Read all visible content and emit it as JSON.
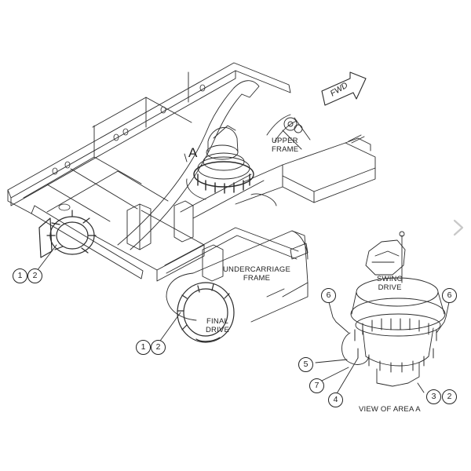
{
  "diagram": {
    "type": "exploded parts illustration",
    "labels": {
      "upper_frame_line1": "UPPER",
      "upper_frame_line2": "FRAME",
      "undercarriage_line1": "UNDERCARRIAGE",
      "undercarriage_line2": "FRAME",
      "final_drive_line1": "FINAL",
      "final_drive_line2": "DRIVE",
      "swing_drive_line1": "SWING",
      "swing_drive_line2": "DRIVE",
      "area_marker": "A",
      "view_caption": "VIEW OF AREA A",
      "direction_arrow": "FWD"
    },
    "callouts": {
      "left_final_drive": [
        "1",
        "2"
      ],
      "front_final_drive": [
        "1",
        "2"
      ],
      "swing_left_top": "6",
      "swing_right_top": "6",
      "swing_hose": "5",
      "swing_fitting_7": "7",
      "swing_fitting_4": "4",
      "swing_bolts": [
        "3",
        "2"
      ]
    }
  },
  "viewer": {
    "next_icon": "chevron-right-icon"
  },
  "colors": {
    "line": "#2a2a2a",
    "background": "#ffffff",
    "chevron": "#c8c8c8"
  }
}
